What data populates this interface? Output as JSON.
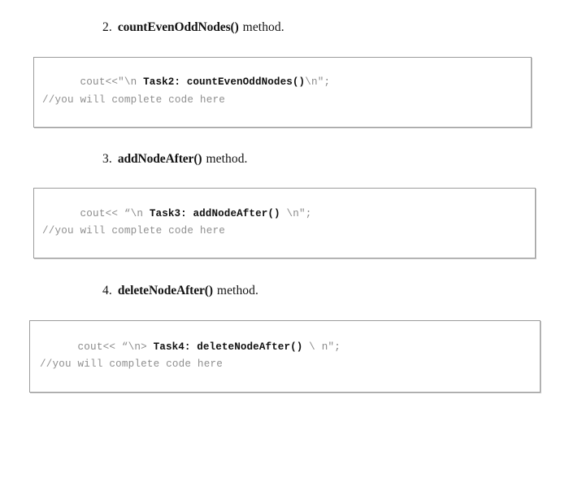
{
  "document": {
    "type": "assignment-task-list",
    "background_color": "#ffffff",
    "code_text_color": "#8a8a8a",
    "code_strong_color": "#111111",
    "box_border_color": "#9c9c9c"
  },
  "items": [
    {
      "number": "2.",
      "method_name": "countEvenOddNodes()",
      "tail": "method.",
      "code": {
        "line1_prefix": "cout<<\"\\n ",
        "line1_strong": "Task2: countEvenOddNodes()",
        "line1_suffix": "\\n\";",
        "line2": "//you will complete code here"
      }
    },
    {
      "number": "3.",
      "method_name": "addNodeAfter()",
      "tail": "method.",
      "code": {
        "line1_prefix": "cout<< “\\n ",
        "line1_strong": "Task3: addNodeAfter()",
        "line1_suffix": " \\n\";",
        "line2": "//you will complete code here"
      }
    },
    {
      "number": "4.",
      "method_name": "deleteNodeAfter()",
      "tail": "method.",
      "code": {
        "line1_prefix": "cout<< “\\n> ",
        "line1_strong": "Task4: deleteNodeAfter()",
        "line1_suffix": " \\ n\";",
        "line2": "//you will complete code here"
      }
    }
  ]
}
